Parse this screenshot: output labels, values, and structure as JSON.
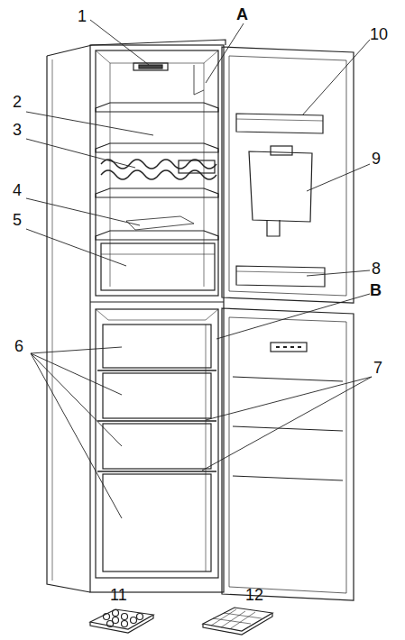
{
  "diagram": {
    "labels": [
      "1",
      "A",
      "2",
      "10",
      "3",
      "9",
      "4",
      "5",
      "8",
      "B",
      "6",
      "7",
      "11",
      "12"
    ]
  }
}
